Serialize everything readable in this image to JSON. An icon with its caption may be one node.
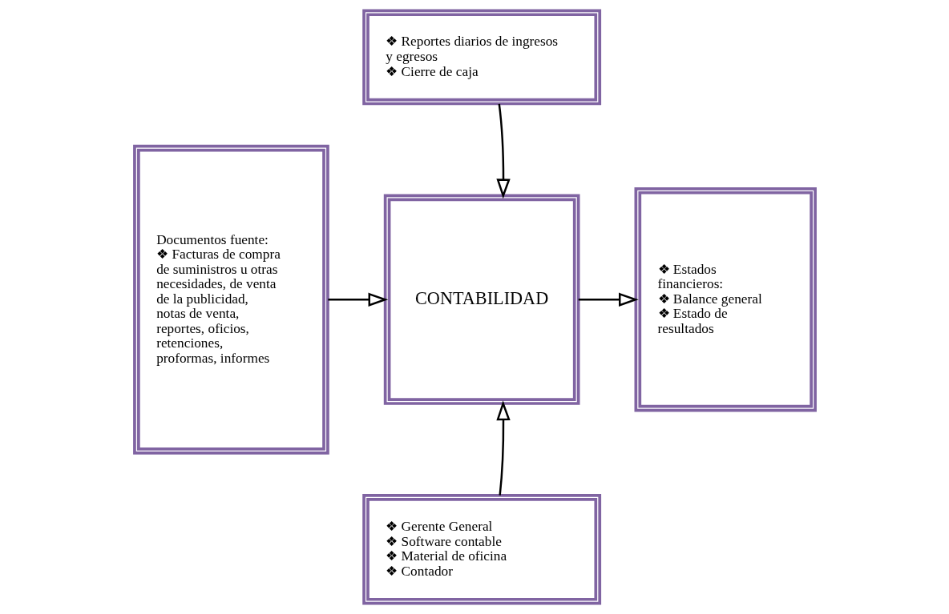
{
  "diagram": {
    "nodes": [
      {
        "text": [
          "Documentos fuente:",
          "❖ Facturas de compra de suministros u otras necesidades, de venta de la publicidad, notas de venta, reportes, oficios, retenciones, proformas, informes"
        ]
      },
      {
        "text": [
          "❖ Reportes diarios de ingresos y egresos",
          "❖ Cierre de caja"
        ]
      },
      {
        "text": [
          "CONTABILIDAD"
        ]
      },
      {
        "text": [
          "❖ Estados financieros:",
          "❖ Balance general",
          "❖ Estado de resultados"
        ]
      },
      {
        "text": [
          "❖ Gerente General",
          "❖ Software contable",
          "❖ Material de oficina",
          "❖ Contador"
        ]
      }
    ],
    "edges": [
      {
        "from": 0,
        "to": 2,
        "arrow": "to"
      },
      {
        "from": 1,
        "to": 2,
        "arrow": "to"
      },
      {
        "from": 2,
        "to": 3,
        "arrow": "to"
      },
      {
        "from": 4,
        "to": 2,
        "arrow": "to"
      }
    ]
  }
}
